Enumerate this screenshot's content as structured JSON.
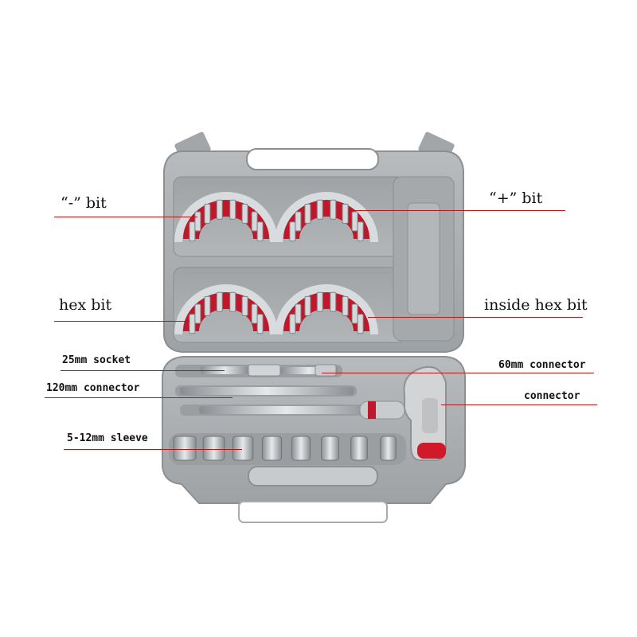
{
  "callouts": {
    "minus_bit": "“-” bit",
    "plus_bit": "“+” bit",
    "hex_bit": "hex bit",
    "inside_hex_bit": "inside hex bit",
    "socket_25mm": "25mm socket",
    "connector_60mm": "60mm connector",
    "connector_120mm": "120mm connector",
    "connector": "connector",
    "sleeve_5_12mm": "5-12mm sleeve"
  },
  "colors": {
    "case_gray": "#a9acae",
    "case_dark": "#8f9395",
    "leader_red": "#b01818",
    "holder_red": "#c0182a",
    "metal": "#c8ccd0",
    "handle_light": "#d4d6d8"
  },
  "sleeves": {
    "count": 8
  }
}
